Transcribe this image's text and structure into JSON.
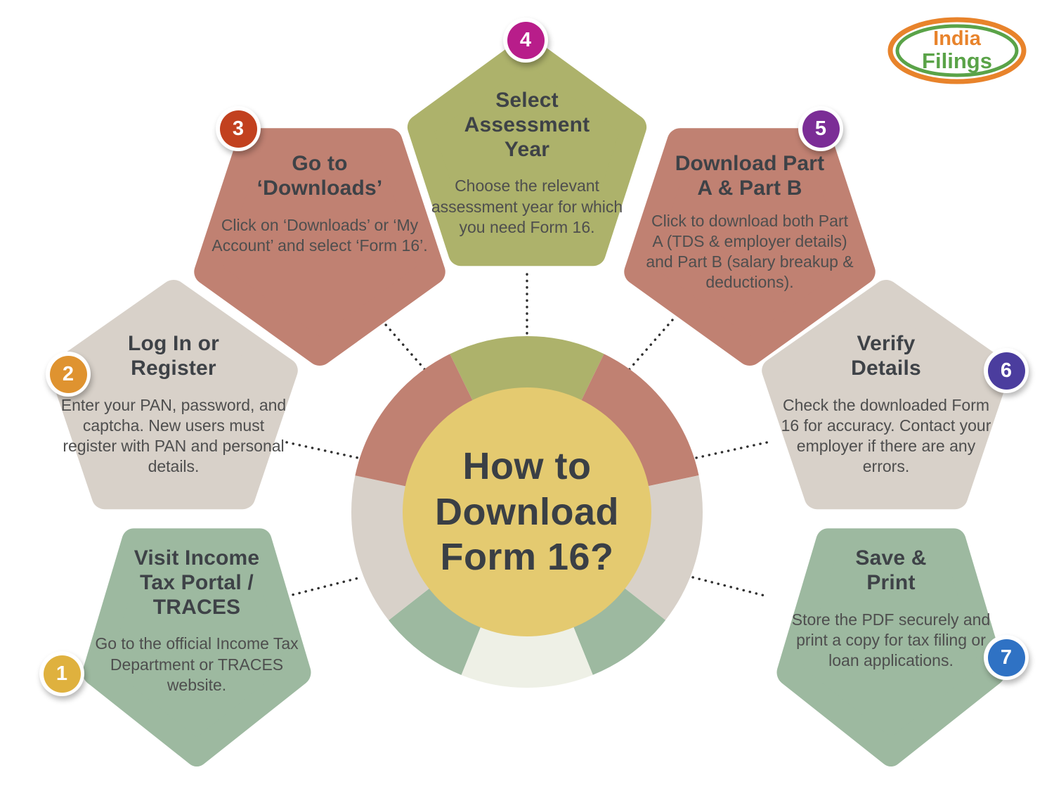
{
  "logo": {
    "name": "IndiaFilings logo",
    "line1": "India",
    "line2": "Filings",
    "orange": "#E8832B",
    "green": "#5AA348"
  },
  "center": {
    "title": "How to\nDownload\nForm 16?",
    "circle_color": "#E4CA70",
    "text_color": "#3A3F45"
  },
  "steps": [
    {
      "number": "1",
      "title": "Visit Income\nTax Portal /\nTRACES",
      "body": "Go to the official Income Tax Department or TRACES website.",
      "shape_color": "#9DB9A0",
      "badge_color": "#DFB13E"
    },
    {
      "number": "2",
      "title": "Log In or\nRegister",
      "body": "Enter your PAN, password, and captcha. New users must register with PAN and personal details.",
      "shape_color": "#D8D1C9",
      "badge_color": "#DF9330"
    },
    {
      "number": "3",
      "title": "Go to\n‘Downloads’",
      "body": "Click on ‘Downloads’ or ‘My Account’ and select ‘Form 16’.",
      "shape_color": "#C08172",
      "badge_color": "#C2411F"
    },
    {
      "number": "4",
      "title": "Select\nAssessment\nYear",
      "body": "Choose the relevant assessment year for which you need Form 16.",
      "shape_color": "#ADB26B",
      "badge_color": "#B81D8A"
    },
    {
      "number": "5",
      "title": "Download Part\nA & Part B",
      "body": "Click to download both Part A (TDS & employer details) and Part B (salary breakup & deductions).",
      "shape_color": "#C08172",
      "badge_color": "#7B2D96"
    },
    {
      "number": "6",
      "title": "Verify\nDetails",
      "body": "Check the downloaded Form 16 for accuracy. Contact your employer if there are any errors.",
      "shape_color": "#D8D1C9",
      "badge_color": "#4B3D9E"
    },
    {
      "number": "7",
      "title": "Save &\nPrint",
      "body": "Store the PDF securely and print a copy for tax filing or loan applications.",
      "shape_color": "#9DB9A0",
      "badge_color": "#2F72C4"
    }
  ],
  "palette": {
    "ring_segment_colors": [
      "#ADB26B",
      "#C08172",
      "#D8D1C9",
      "#9DB9A0",
      "#EEF0E6",
      "#9DB9A0",
      "#D8D1C9",
      "#C08172"
    ],
    "center_yellow": "#E4CA70",
    "heading_text": "#3E4247",
    "body_text": "#4E4E4E",
    "connector_dot": "#2F2F2F"
  }
}
